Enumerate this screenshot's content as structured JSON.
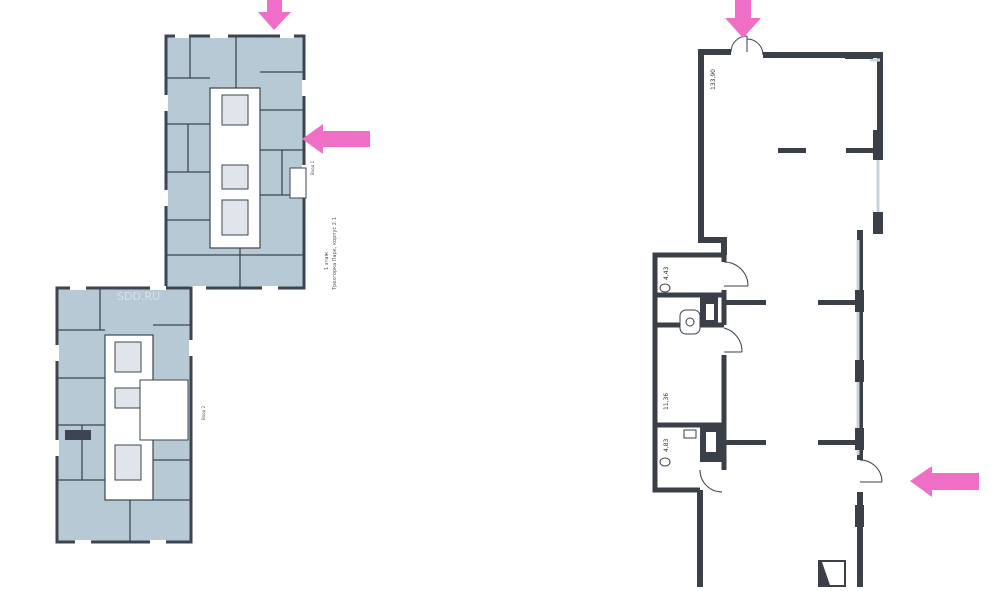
{
  "building_plan": {
    "watermark": "SDD.RU",
    "side_label_1": "Трехгорка Парк, корпус 2.1",
    "side_label_2": "1 этаж",
    "tiny_label_top": "Вход 1",
    "tiny_label_bottom": "Вход 2",
    "apartment_fill": "#b7c9d5",
    "wall_color": "#3d4650"
  },
  "unit_plan": {
    "main_area": "133,90",
    "wc1_area": "4,43",
    "storage_area": "11,36",
    "wc2_area": "4,83",
    "wall_color": "#3b3f47",
    "glass_color": "#c9d3dc"
  },
  "arrows": {
    "color": "#f06fc6",
    "count": 4
  }
}
